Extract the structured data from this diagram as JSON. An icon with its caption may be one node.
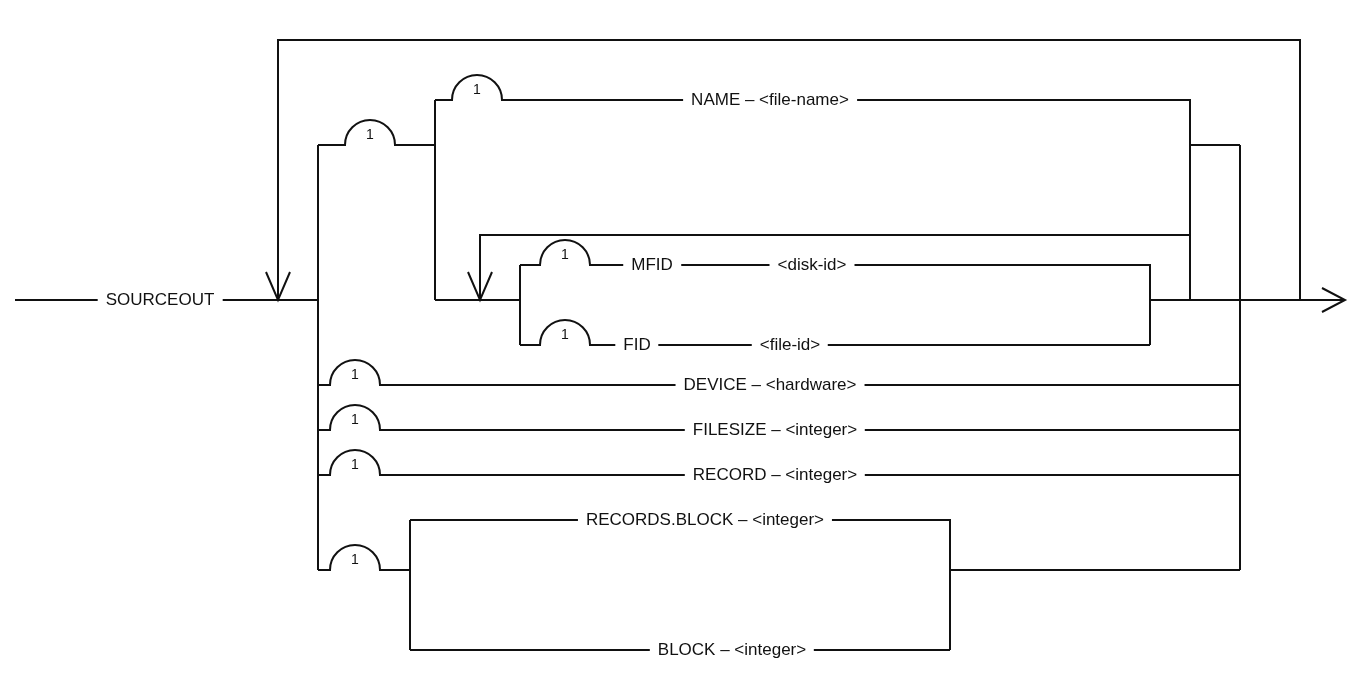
{
  "diagram": {
    "labels": [
      "1",
      "NAME – <file-name>",
      "1",
      "1",
      "MFID",
      "<disk-id>",
      "SOURCEOUT",
      "1",
      "FID",
      "<file-id>",
      "1",
      "DEVICE – <hardware>",
      "1",
      "FILESIZE – <integer>",
      "1",
      "RECORD – <integer>",
      "RECORDS.BLOCK – <integer>",
      "1",
      "BLOCK – <integer>"
    ]
  }
}
